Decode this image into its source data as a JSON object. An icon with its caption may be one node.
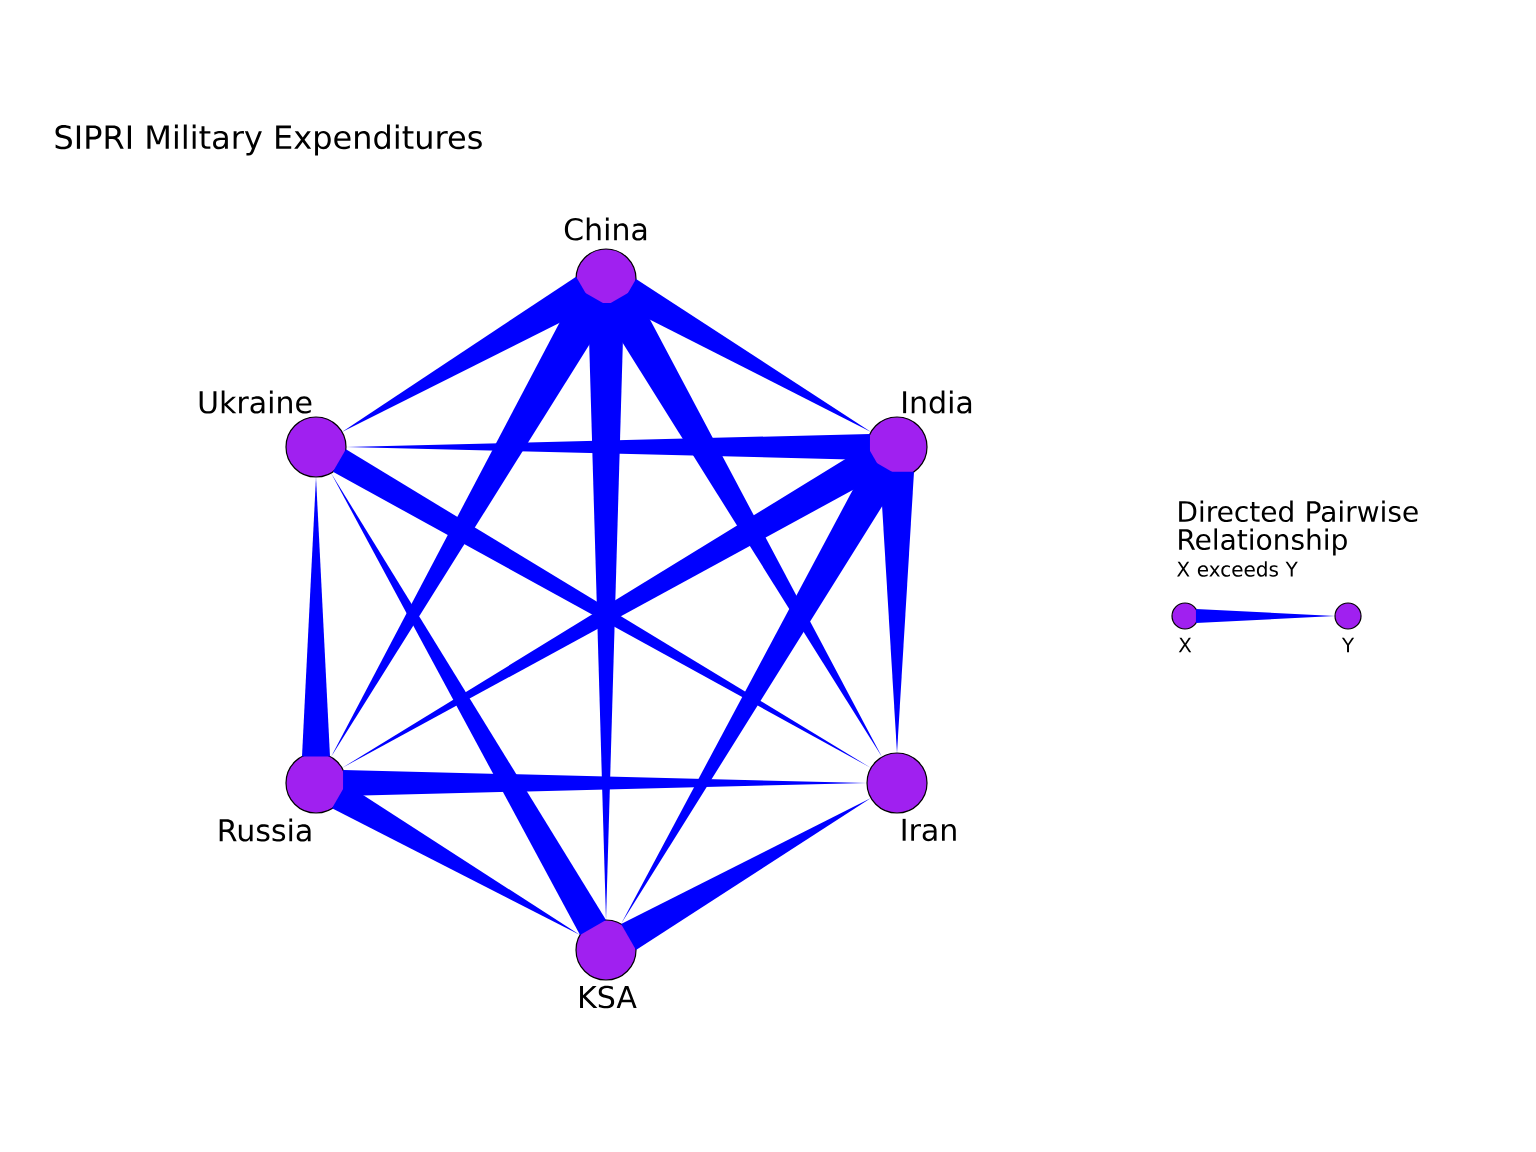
{
  "diagram": {
    "title": "SIPRI Military Expenditures",
    "nodes": [
      {
        "text": [
          "China"
        ]
      },
      {
        "text": [
          "India"
        ]
      },
      {
        "text": [
          "Ukraine"
        ]
      },
      {
        "text": [
          "Russia"
        ]
      },
      {
        "text": [
          "Iran"
        ]
      },
      {
        "text": [
          "KSA"
        ]
      },
      {
        "text": [
          "X"
        ]
      },
      {
        "text": [
          "Y"
        ]
      }
    ],
    "edges": [
      {
        "from": 0,
        "to": 1,
        "arrow": "none"
      },
      {
        "from": 0,
        "to": 2,
        "arrow": "none"
      },
      {
        "from": 0,
        "to": 3,
        "arrow": "none"
      },
      {
        "from": 0,
        "to": 4,
        "arrow": "none"
      },
      {
        "from": 0,
        "to": 5,
        "arrow": "none"
      },
      {
        "from": 1,
        "to": 2,
        "arrow": "none"
      },
      {
        "from": 1,
        "to": 3,
        "arrow": "none"
      },
      {
        "from": 1,
        "to": 4,
        "arrow": "none"
      },
      {
        "from": 1,
        "to": 5,
        "arrow": "none"
      },
      {
        "from": 3,
        "to": 2,
        "arrow": "none"
      },
      {
        "from": 3,
        "to": 4,
        "arrow": "none"
      },
      {
        "from": 3,
        "to": 5,
        "arrow": "none"
      },
      {
        "from": 5,
        "to": 2,
        "arrow": "none"
      },
      {
        "from": 5,
        "to": 4,
        "arrow": "none"
      },
      {
        "from": 2,
        "to": 4,
        "arrow": "none"
      },
      {
        "from": 6,
        "to": 7,
        "arrow": "none"
      }
    ],
    "labels": [
      "Directed Pairwise Relationship",
      "X exceeds Y"
    ]
  }
}
